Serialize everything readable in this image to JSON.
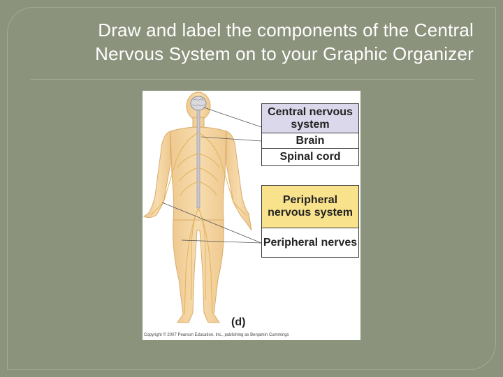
{
  "slide": {
    "title": "Draw and label the components of the Central Nervous System on to your Graphic Organizer"
  },
  "figure": {
    "labels": {
      "central_nervous_system": "Central nervous system",
      "brain": "Brain",
      "spinal_cord": "Spinal cord",
      "peripheral_nervous_system": "Peripheral nervous system",
      "peripheral_nerves": "Peripheral nerves"
    },
    "panel_letter": "(d)",
    "copyright": "Copyright © 2007 Pearson Education, Inc., publishing as Benjamin Cummings"
  },
  "colors": {
    "background": "#8c937c",
    "cns_header": "#dbd8ec",
    "pns_header": "#f9e28c",
    "skin": "#f2d3a0"
  }
}
